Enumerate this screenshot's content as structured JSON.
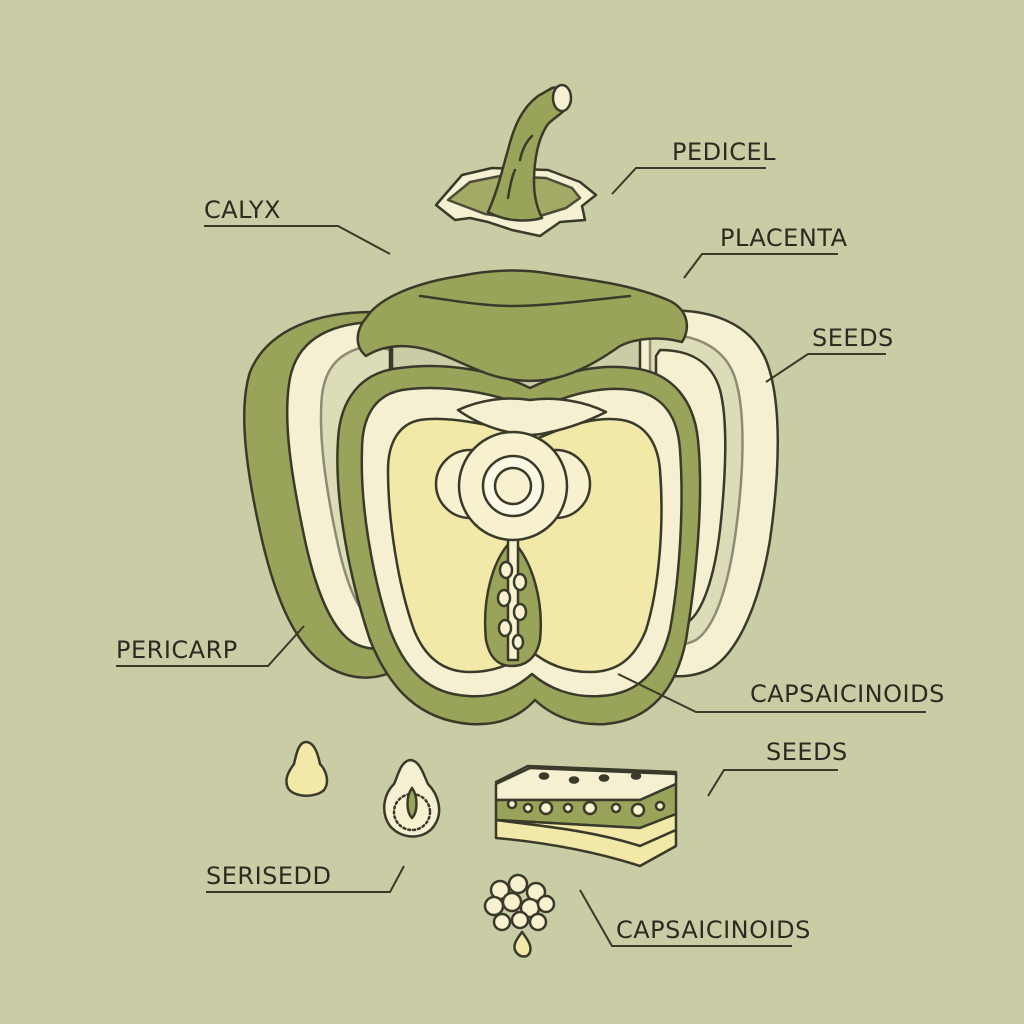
{
  "labels": {
    "pedicel": "PEDICEL",
    "calyx": "CALYX",
    "placenta": "PLACENTA",
    "seeds_top": "SEEDS",
    "pericarp": "PERICARP",
    "capsaicinoids_mid": "CAPSAICINOIDS",
    "seeds_bottom": "SEEDS",
    "serisedd": "SERISEDD",
    "capsaicinoids_bottom": "CAPSAICINOIDS"
  },
  "colors": {
    "background": "#c9cca4",
    "skin_green": "#9aa35a",
    "flesh_cream": "#f5f0d2",
    "cavity_yellow": "#f2e8a8",
    "seed_fill": "#f7f1cf",
    "ink": "#3a3a2a"
  },
  "icons": [
    "pepper-cross-section",
    "stem-icon",
    "seed-icon",
    "seed-section-icon",
    "tissue-block-icon",
    "seed-cluster-icon"
  ]
}
